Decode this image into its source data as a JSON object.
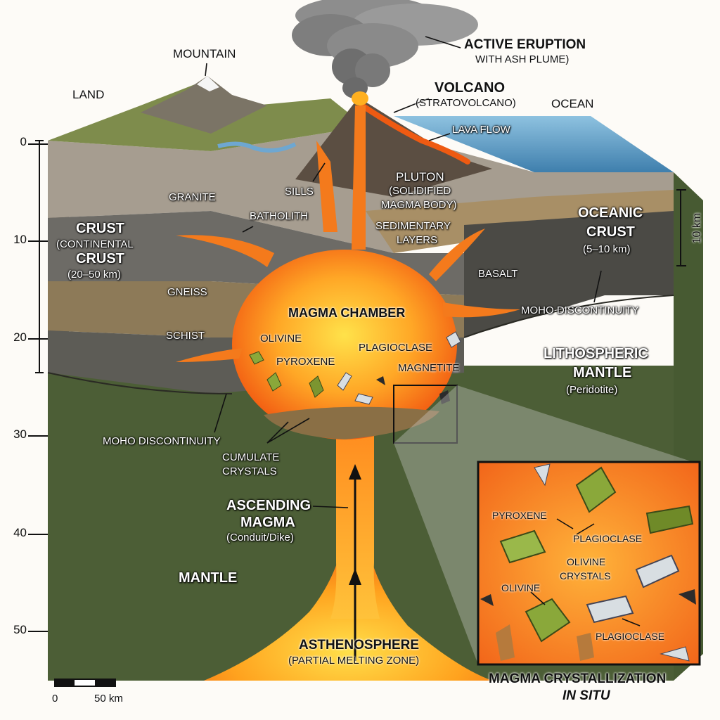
{
  "labels": {
    "active_eruption": "ACTIVE ERUPTION",
    "with_ash_plume": "WITH ASH PLUME)",
    "mountain": "MOUNTAIN",
    "land": "LAND",
    "volcano": "VOLCANO",
    "stratovolcano": "(STRATOVOLCANO)",
    "ocean": "OCEAN",
    "lava_flow": "LAVA FLOW",
    "granite": "GRANITE",
    "sills": "SILLS",
    "pluton": "PLUTON",
    "pluton_sub1": "(SOLIDIFIED",
    "pluton_sub2": "MAGMA BODY)",
    "batholith": "BATHOLITH",
    "sedimentary1": "SEDIMENTARY",
    "sedimentary2": "LAYERS",
    "crust_line1": "CRUST",
    "crust_line2": "(CONTINENTAL",
    "crust_line3": "CRUST",
    "crust_line4": "(20–50 km)",
    "oceanic_crust1": "OCEANIC",
    "oceanic_crust2": "CRUST",
    "oceanic_crust3": "(5–10 km)",
    "scale_10km": "10 km",
    "basalt": "BASALT",
    "gneiss": "GNEISS",
    "magma_chamber": "MAGMA CHAMBER",
    "moho_right": "MOHO DISCONTINUITY",
    "schist": "SCHIST",
    "olivine": "OLIVINE",
    "plagioclase": "PLAGIOCLASE",
    "pyroxene": "PYROXENE",
    "magnetite": "MAGNETITE",
    "lithospheric1": "LITHOSPHERIC",
    "lithospheric2": "MANTLE",
    "lithospheric3": "(Peridotite)",
    "moho_left": "MOHO DISCONTINUITY",
    "cumulate1": "CUMULATE",
    "cumulate2": "CRYSTALS",
    "ascending1": "ASCENDING",
    "ascending2": "MAGMA",
    "ascending3": "(Conduit/Dike)",
    "mantle": "MANTLE",
    "asthenosphere": "ASTHENOSPHERE",
    "asthenosphere_sub": "(PARTIAL MELTING ZONE)",
    "scale_zero": "0",
    "scale_50km": "50 km",
    "inset_pyroxene": "PYROXENE",
    "inset_plagioclase_top": "PLAGIOCLASE",
    "inset_olivine_crystals1": "OLIVINE",
    "inset_olivine_crystals2": "CRYSTALS",
    "inset_olivine": "OLIVINE",
    "inset_plagioclase_bottom": "PLAGIOCLASE",
    "inset_caption1": "MAGMA CRYSTALLIZATION",
    "inset_caption2": "IN SITU"
  },
  "depth_axis": {
    "ticks": [
      "0",
      "10",
      "20",
      "30",
      "40",
      "50"
    ]
  },
  "colors": {
    "magma": "#f47a1c",
    "magma_core": "#ffd23a",
    "ocean": "#5a9cc7",
    "mantle": "#4e5e34",
    "granite": "#a39a8c",
    "basalt": "#4a4a46",
    "olivine": "#8aa83a",
    "plagioclase": "#c9d2d8",
    "magnetite": "#2b2b2b"
  }
}
